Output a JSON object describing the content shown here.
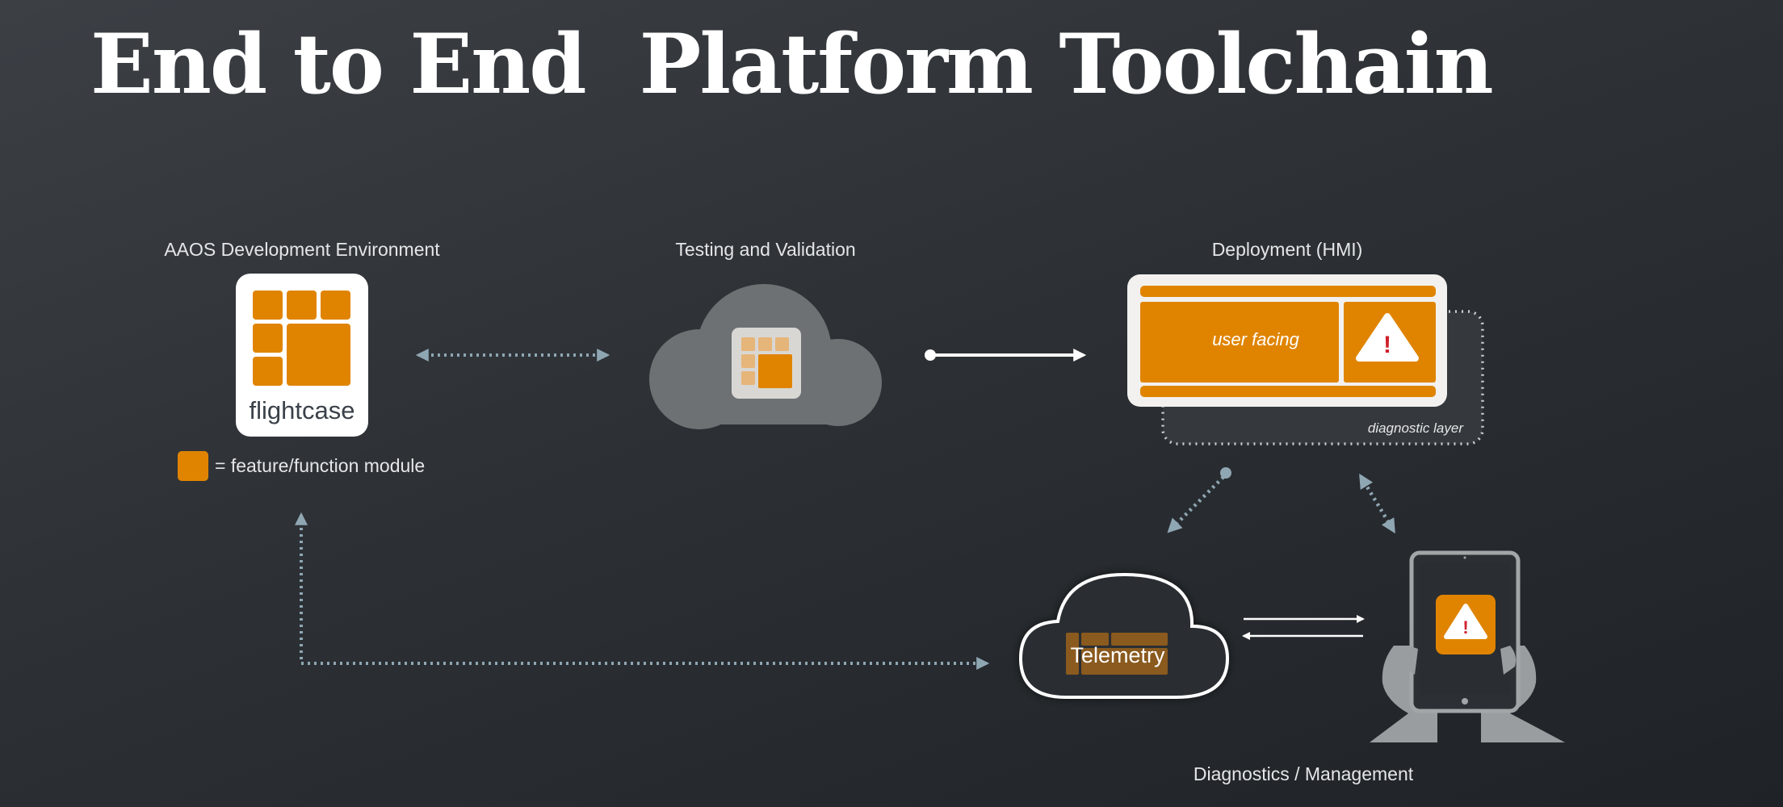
{
  "title": "End to End  Platform Toolchain",
  "sections": {
    "dev_env": {
      "label": "AAOS Development Environment"
    },
    "testing": {
      "label": "Testing and Validation"
    },
    "deployment": {
      "label": "Deployment (HMI)"
    },
    "diagnostics": {
      "label": "Diagnostics / Management"
    }
  },
  "flightcase": {
    "brand": "flightcase"
  },
  "legend": {
    "text": "= feature/function module"
  },
  "hmi": {
    "user_facing": "user facing",
    "alert_glyph": "!",
    "diagnostic_layer": "diagnostic layer"
  },
  "telemetry": {
    "label": "Telemetry"
  },
  "tablet": {
    "alert_glyph": "!"
  },
  "colors": {
    "module_orange": "#e08400",
    "arrow_dotted": "#8fa6b3",
    "cloud_grey": "#6e7174",
    "alert_red": "#d0202a",
    "tablet_hands_grey": "#9a9da0"
  },
  "icons": [
    "flightcase-logo-icon",
    "cloud-icon",
    "warning-icon",
    "tablet-icon",
    "hands-icon"
  ]
}
